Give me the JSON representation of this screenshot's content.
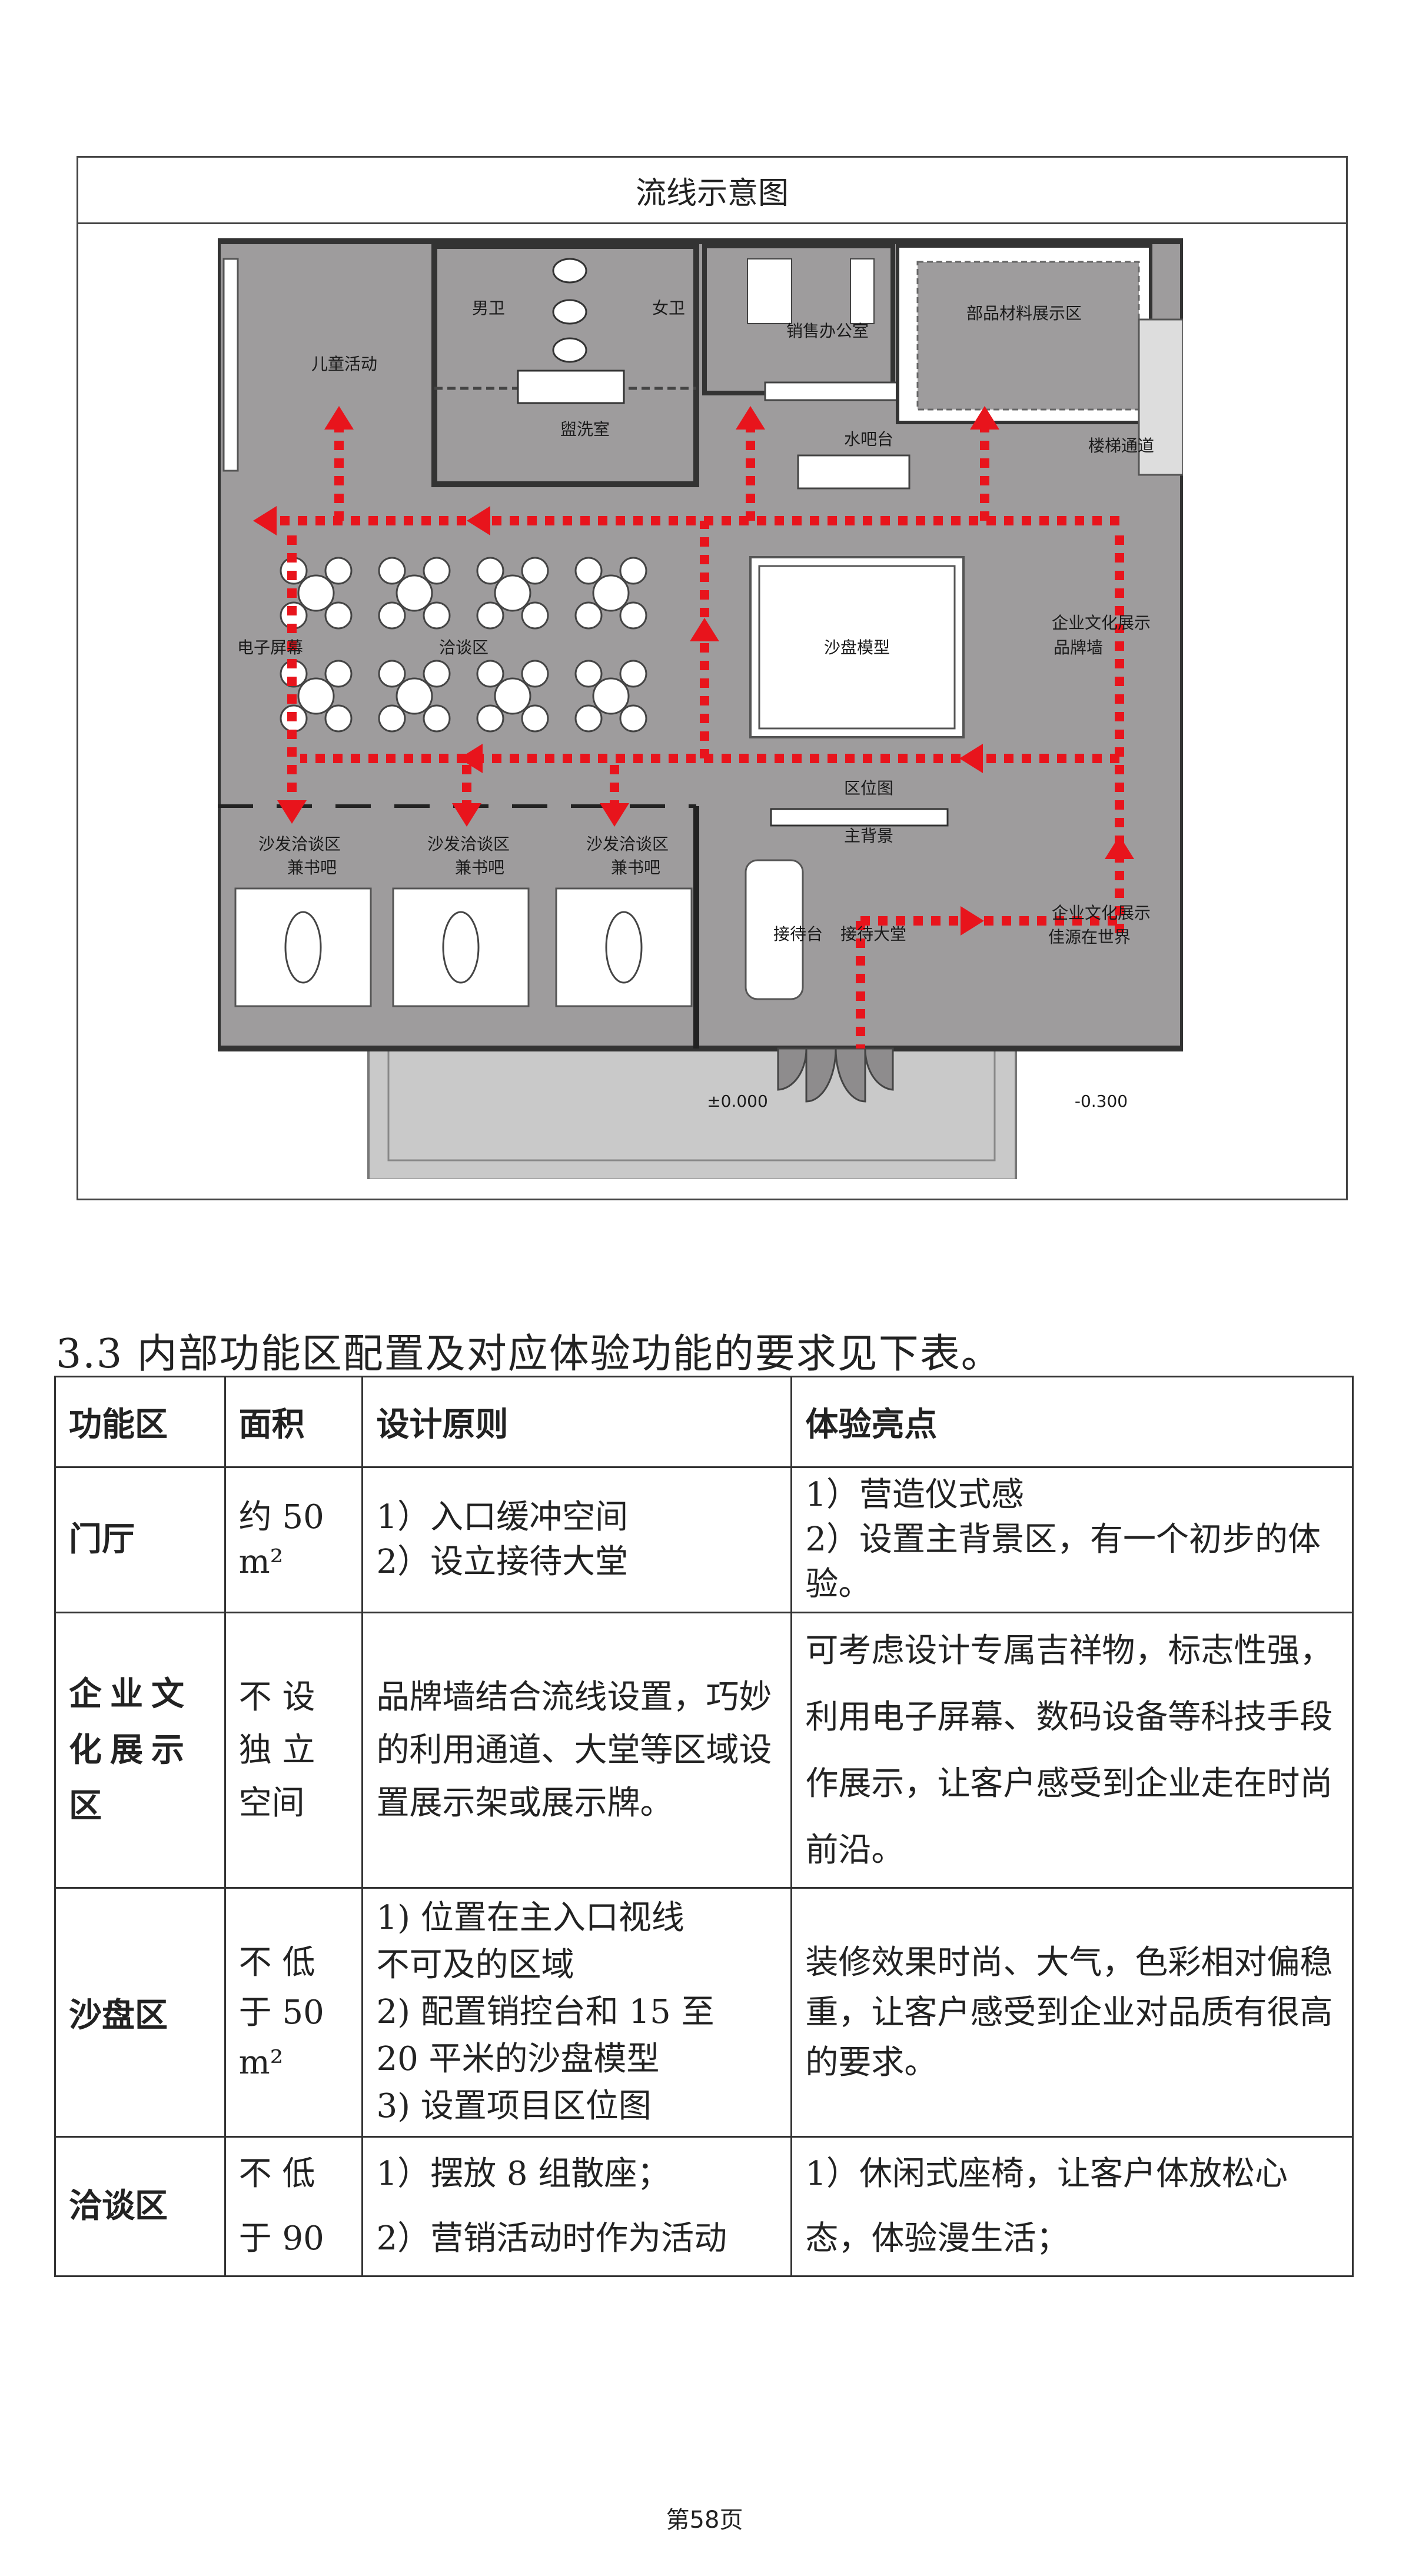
{
  "figure": {
    "title": "流线示意图",
    "labels": {
      "kids": "儿童活动",
      "men": "男卫",
      "women": "女卫",
      "washroom": "盥洗室",
      "sales_office": "销售办公室",
      "materials": "部品材料展示区",
      "stairs": "楼梯通道",
      "water_bar": "水吧台",
      "sandbox": "沙盘模型",
      "screen": "电子屏幕",
      "negotiation": "洽谈区",
      "culture1_a": "企业文化展示",
      "culture1_b": "品牌墙",
      "location_map": "区位图",
      "sofa": "沙发洽谈区",
      "book_bar": "兼书吧",
      "main_bg": "主背景",
      "reception_desk": "接待台",
      "reception_hall": "接待大堂",
      "culture2_a": "企业文化展示",
      "culture2_b": "佳源在世界",
      "level0": "±0.000",
      "level1": "-0.300"
    },
    "flow_color": "#e8141c"
  },
  "heading": "3.3 内部功能区配置及对应体验功能的要求见下表。",
  "table": {
    "headers": [
      "功能区",
      "面积",
      "设计原则",
      "体验亮点"
    ],
    "rows": [
      {
        "zone": "门厅",
        "area": "约 50\nm²",
        "principle": "1）入口缓冲空间\n2）设立接待大堂",
        "highlight": "1）营造仪式感\n2）设置主背景区，有一个初步的体验。"
      },
      {
        "zone": "企业文\n化展示\n区",
        "area": "不 设\n独 立\n空间",
        "principle": "品牌墙结合流线设置，巧妙的利用通道、大堂等区域设置展示架或展示牌。",
        "highlight": "可考虑设计专属吉祥物，标志性强，利用电子屏幕、数码设备等科技手段作展示，让客户感受到企业走在时尚前沿。"
      },
      {
        "zone": "沙盘区",
        "area": "不 低\n于 50\nm²",
        "principle": "1)  位置在主入口视线\n     不可及的区域\n2)  配置销控台和 15 至\n     20 平米的沙盘模型\n3)  设置项目区位图",
        "highlight": "装修效果时尚、大气，色彩相对偏稳重，让客户感受到企业对品质有很高的要求。"
      },
      {
        "zone": "洽谈区",
        "area": "不 低\n于 90",
        "principle": "1）摆放 8 组散座；\n2）营销活动时作为活动",
        "highlight": "1）休闲式座椅，让客户体放松心态，体验漫生活；"
      }
    ]
  },
  "footer": "第58页"
}
